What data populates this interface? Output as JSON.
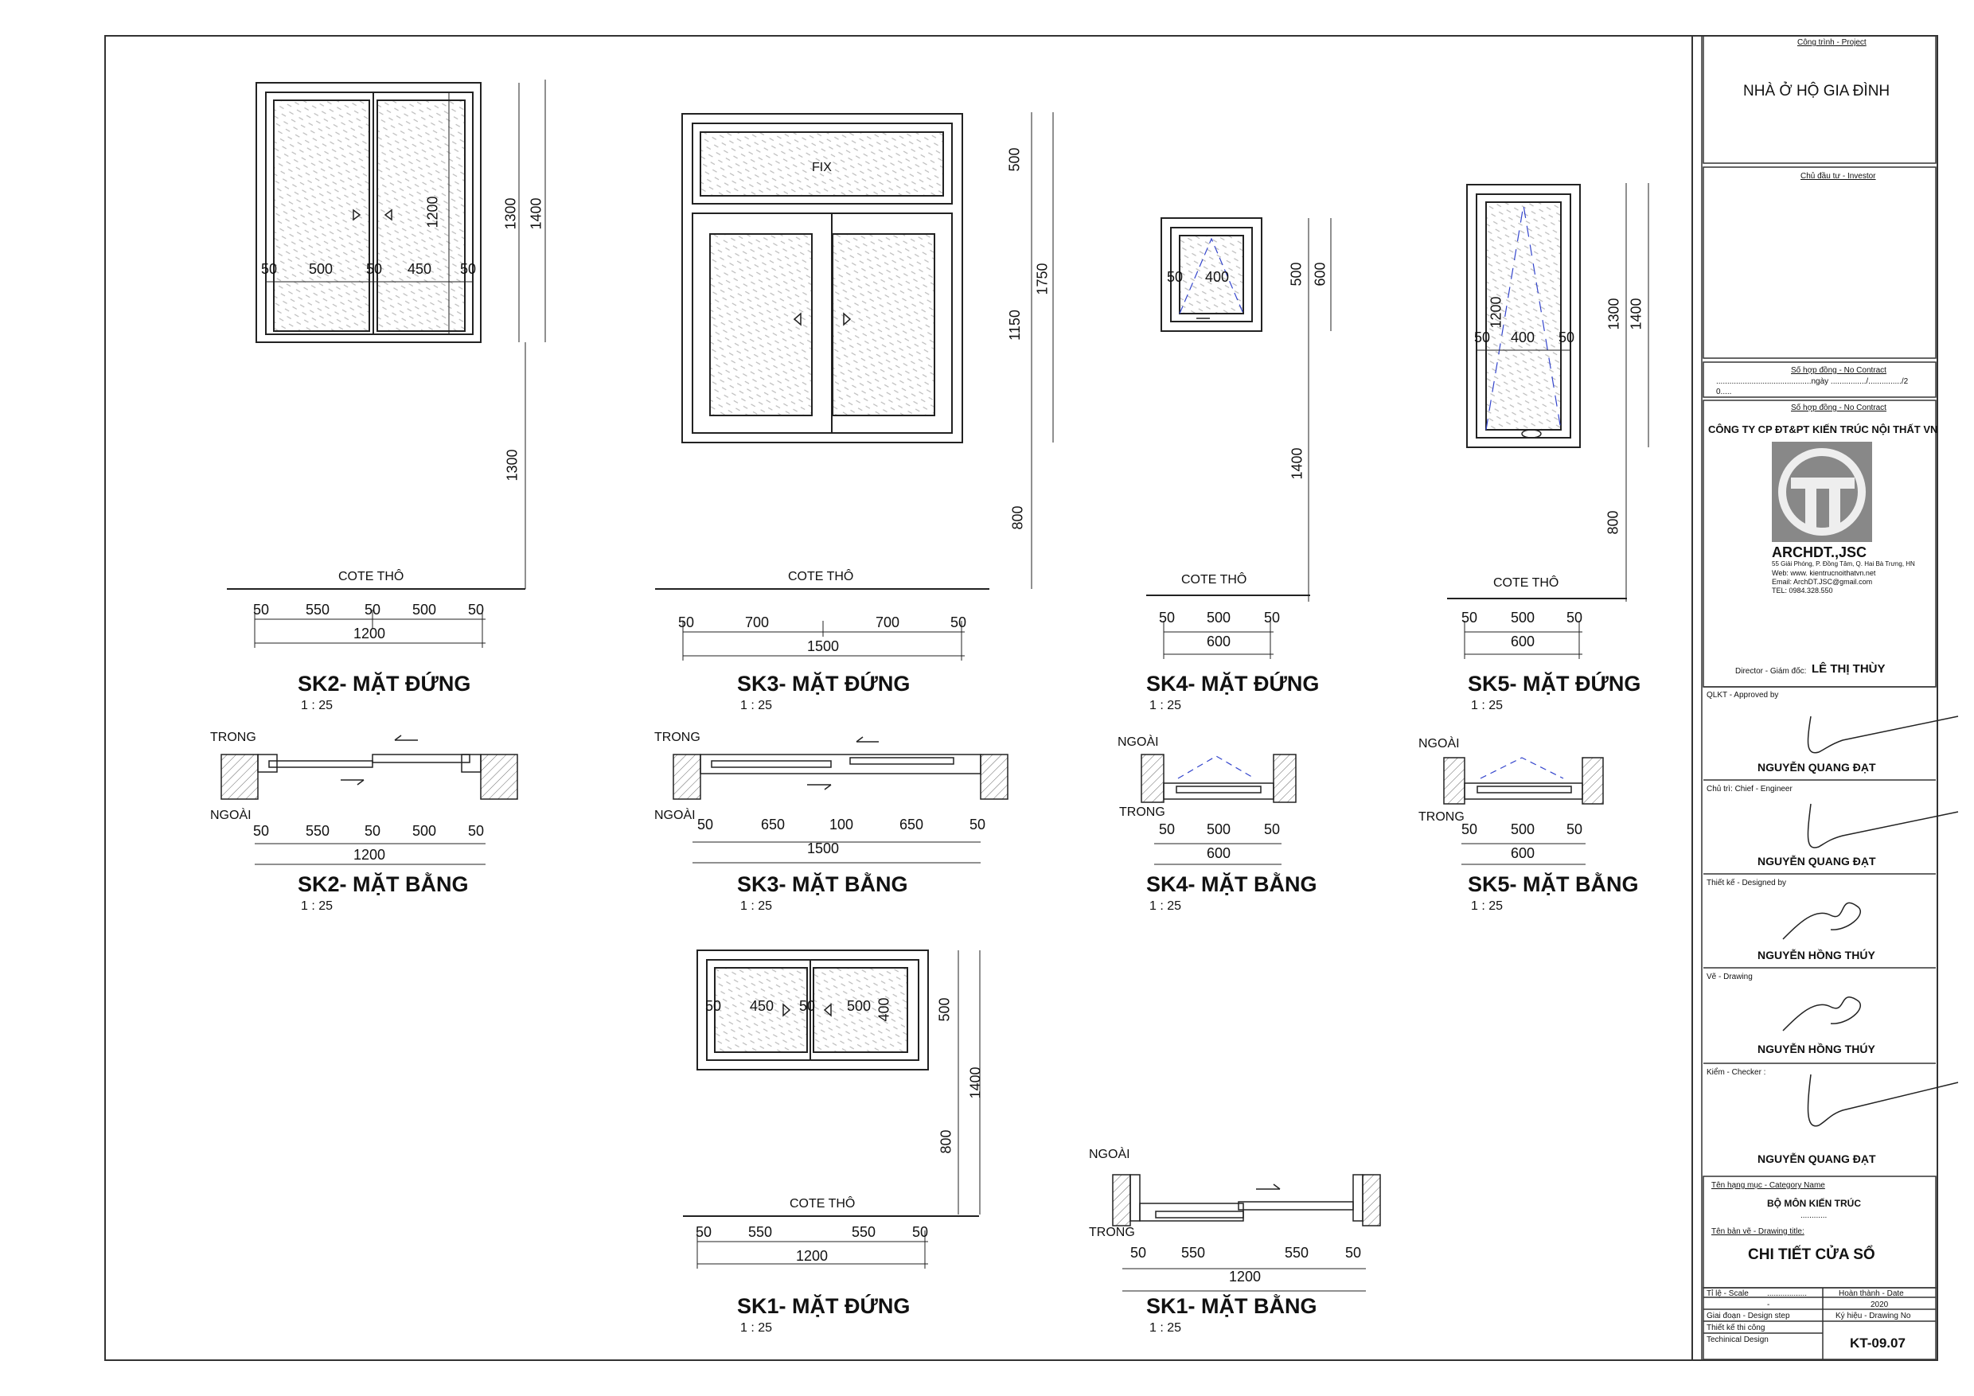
{
  "drawings": {
    "sk2_elev_title": "SK2- MẶT ĐỨNG",
    "sk3_elev_title": "SK3- MẶT ĐỨNG",
    "sk4_elev_title": "SK4- MẶT ĐỨNG",
    "sk5_elev_title": "SK5- MẶT ĐỨNG",
    "sk2_plan_title": "SK2- MẶT BẰNG",
    "sk3_plan_title": "SK3- MẶT BẰNG",
    "sk4_plan_title": "SK4- MẶT BẰNG",
    "sk5_plan_title": "SK5- MẶT BẰNG",
    "sk1_elev_title": "SK1- MẶT ĐỨNG",
    "sk1_plan_title": "SK1- MẶT BẰNG",
    "scale": "1 : 25",
    "cote": "COTE THÔ",
    "fix": "FIX",
    "trong": "TRONG",
    "ngoai": "NGOÀI"
  },
  "dims": {
    "d50": "50",
    "d100": "100",
    "d400": "400",
    "d450": "450",
    "d500": "500",
    "d550": "550",
    "d600": "600",
    "d650": "650",
    "d700": "700",
    "d800": "800",
    "d1150": "1150",
    "d1200": "1200",
    "d1300": "1300",
    "d1400": "1400",
    "d1500": "1500",
    "d1750": "1750"
  },
  "titleblock": {
    "project_label": "Công trình - Project",
    "project_name": "NHÀ Ở HỘ GIA ĐÌNH",
    "investor_label": "Chủ đầu tư - Investor",
    "contract_label": "Số hợp đồng - No Contract",
    "contract_line": "...........................................ngày ................/.............../2",
    "contract_line2": "0.....",
    "contract_label2": "Số hợp đồng - No Contract",
    "company": "CÔNG TY CP ĐT&PT KIẾN TRÚC NỘI THẤT VN",
    "brand": "ARCHDT.,JSC",
    "address": "55 Giải Phóng, P. Đồng Tâm, Q. Hai Bà Trưng, HN",
    "web": "Web: www. kientrucnoithatvn.net",
    "email": "Email: ArchDT.JSC@gmail.com",
    "tel": "TEL: 0984.328.550",
    "director_label": "Director - Giám đốc:",
    "director_name": "LÊ THỊ THÙY",
    "approved_label": "QLKT - Approved by",
    "approved_name": "NGUYỄN QUANG ĐẠT",
    "chief_label": "Chủ trì: Chief - Engineer",
    "chief_name": "NGUYỄN QUANG ĐẠT",
    "designed_label": "Thiết kế - Designed by",
    "designed_name": "NGUYỄN HỒNG THÚY",
    "drawing_label": "Vẽ - Drawing",
    "drawing_name": "NGUYỄN HỒNG THÚY",
    "checker_label": "Kiểm - Checker :",
    "checker_name": "NGUYỄN QUANG ĐẠT",
    "category_label": "Tên hạng mục - Category Name",
    "category_name": "BỘ MÔN KIẾN TRÚC",
    "category_dots": "............",
    "drawing_title_label": "Tên bản vẽ - Drawing title:",
    "drawing_title": "CHI TIẾT CỬA SỔ",
    "scale_label": "Tỉ lệ - Scale",
    "scale_dots": "..................",
    "date_label": "Hoàn thành - Date",
    "dash": "-",
    "year": "2020",
    "step_label": "Giai đoạn - Design step",
    "drawno_label": "Ký hiệu - Drawing No",
    "step_value1": "Thiết kế thi công",
    "step_value2": "Techinical Design",
    "drawno": "KT-09.07"
  }
}
